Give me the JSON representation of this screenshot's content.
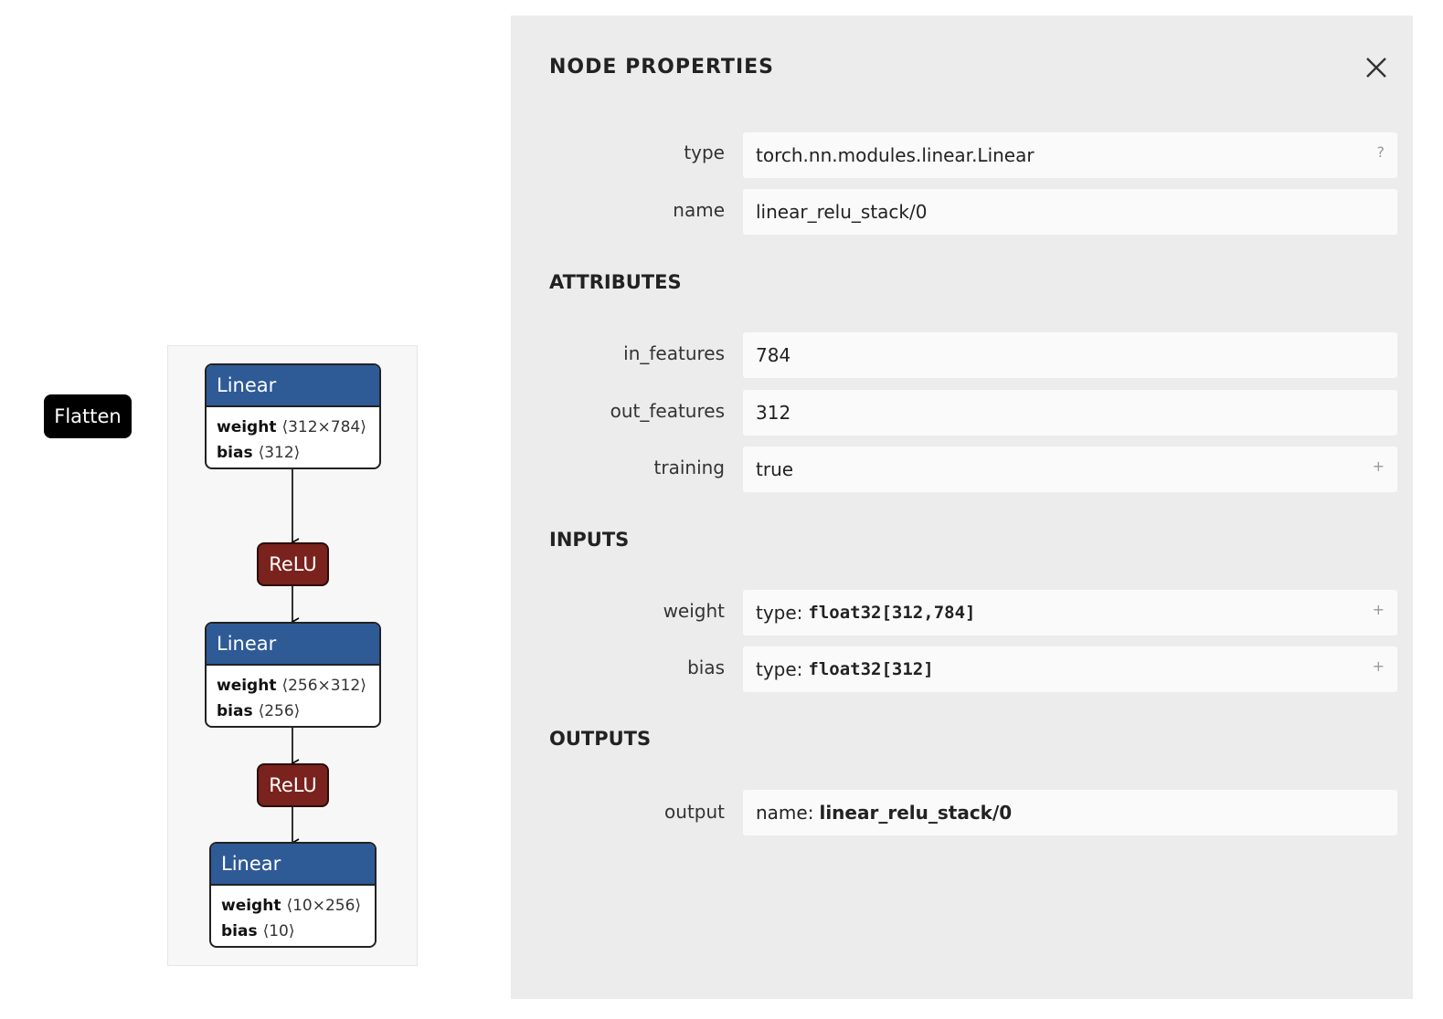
{
  "graph": {
    "flatten": {
      "label": "Flatten"
    },
    "layers": [
      {
        "title": "Linear",
        "weight_key": "weight",
        "weight_shape": "⟨312×784⟩",
        "bias_key": "bias",
        "bias_shape": "⟨312⟩"
      },
      {
        "title": "Linear",
        "weight_key": "weight",
        "weight_shape": "⟨256×312⟩",
        "bias_key": "bias",
        "bias_shape": "⟨256⟩"
      },
      {
        "title": "Linear",
        "weight_key": "weight",
        "weight_shape": "⟨10×256⟩",
        "bias_key": "bias",
        "bias_shape": "⟨10⟩"
      }
    ],
    "activations": [
      {
        "label": "ReLU"
      },
      {
        "label": "ReLU"
      }
    ]
  },
  "panel": {
    "title": "NODE PROPERTIES",
    "close_icon": "close-icon",
    "properties": [
      {
        "label": "type",
        "value": "torch.nn.modules.linear.Linear",
        "action": "?"
      },
      {
        "label": "name",
        "value": "linear_relu_stack/0"
      }
    ],
    "attributes": {
      "heading": "ATTRIBUTES",
      "items": [
        {
          "label": "in_features",
          "value": "784"
        },
        {
          "label": "out_features",
          "value": "312"
        },
        {
          "label": "training",
          "value": "true",
          "action": "+"
        }
      ]
    },
    "inputs": {
      "heading": "INPUTS",
      "items": [
        {
          "label": "weight",
          "prefix": "type:",
          "value": "float32[312,784]",
          "action": "+"
        },
        {
          "label": "bias",
          "prefix": "type:",
          "value": "float32[312]",
          "action": "+"
        }
      ]
    },
    "outputs": {
      "heading": "OUTPUTS",
      "items": [
        {
          "label": "output",
          "prefix": "name:",
          "value": "linear_relu_stack/0"
        }
      ]
    }
  }
}
